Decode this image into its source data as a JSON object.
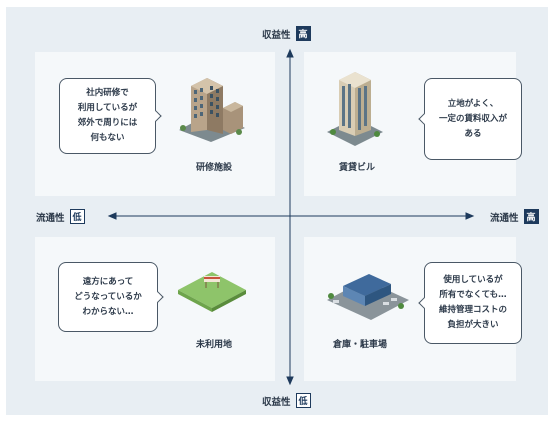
{
  "axes": {
    "vertical_top": {
      "label": "収益性",
      "level": "高"
    },
    "vertical_bottom": {
      "label": "収益性",
      "level": "低"
    },
    "horizontal_left": {
      "label": "流通性",
      "level": "低"
    },
    "horizontal_right": {
      "label": "流通性",
      "level": "高"
    }
  },
  "quadrants": {
    "top_left": {
      "bubble_lines": [
        "社内研修で",
        "利用しているが",
        "郊外で周りには",
        "何もない"
      ],
      "caption": "研修施設",
      "icon": "training-facility-building-icon"
    },
    "top_right": {
      "bubble_lines": [
        "立地がよく、",
        "一定の賃料収入が",
        "ある"
      ],
      "caption": "賃貸ビル",
      "icon": "rental-building-icon"
    },
    "bottom_left": {
      "bubble_lines": [
        "遠方にあって",
        "どうなっているか",
        "わからない…"
      ],
      "caption": "未利用地",
      "icon": "vacant-land-icon"
    },
    "bottom_right": {
      "bubble_lines": [
        "使用しているが",
        "所有でなくても…",
        "維持管理コストの",
        "負担が大きい"
      ],
      "caption": "倉庫・駐車場",
      "icon": "warehouse-parking-icon"
    }
  },
  "colors": {
    "background": "#e8eef3",
    "quadrant": "#f5f8fa",
    "axis": "#1e3a5c",
    "badge_high": "#1e3a5c"
  }
}
